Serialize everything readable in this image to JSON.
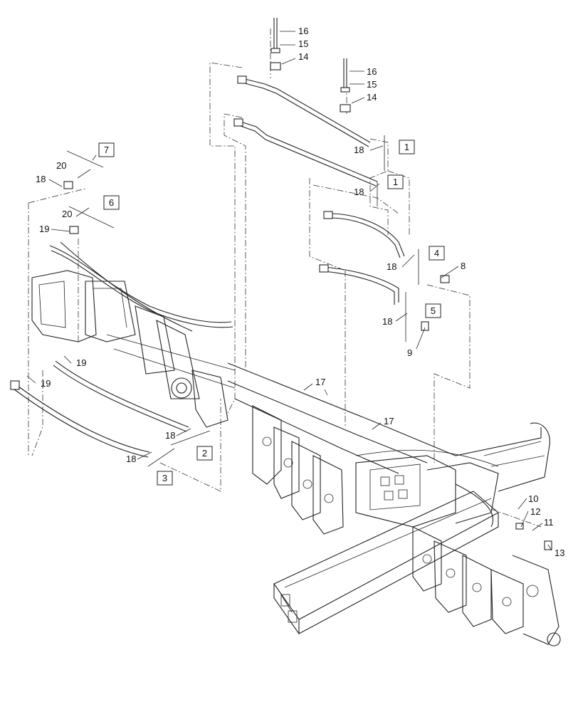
{
  "callouts": {
    "c1a": "1",
    "c1b": "1",
    "c2": "2",
    "c3": "3",
    "c4": "4",
    "c5": "5",
    "c6": "6",
    "c7": "7",
    "c8": "8",
    "c9": "9",
    "c10": "10",
    "c11": "11",
    "c12": "12",
    "c13": "13",
    "c14a": "14",
    "c14b": "14",
    "c15a": "15",
    "c15b": "15",
    "c16a": "16",
    "c16b": "16",
    "c17a": "17",
    "c17b": "17",
    "c18a": "18",
    "c18b": "18",
    "c18c": "18",
    "c18d": "18",
    "c18e": "18",
    "c18f": "18",
    "c18g": "18",
    "c19a": "19",
    "c19b": "19",
    "c19c": "19",
    "c20a": "20",
    "c20b": "20"
  }
}
